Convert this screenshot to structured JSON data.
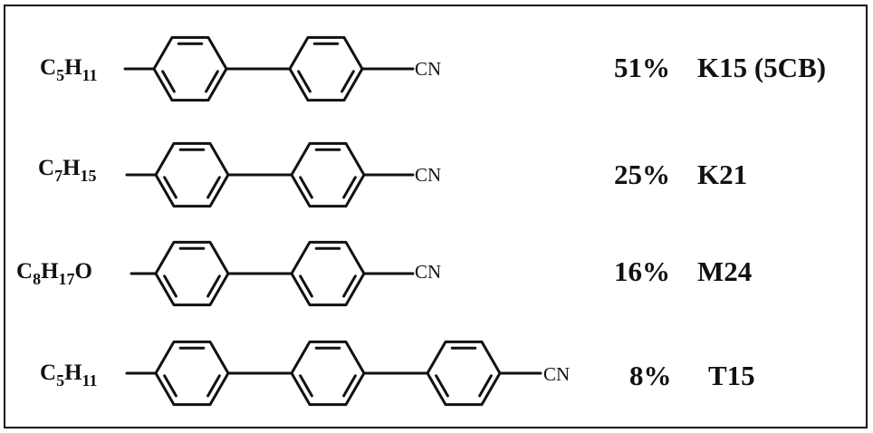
{
  "compounds": [
    {
      "alkyl": "C",
      "alkyl_sub1": "5",
      "alkyl_mid": "H",
      "alkyl_sub2": "11",
      "alkyl_tail": "",
      "rings": 2,
      "end_group": "CN",
      "percent": "51%",
      "name": "K15 (5CB)"
    },
    {
      "alkyl": "C",
      "alkyl_sub1": "7",
      "alkyl_mid": "H",
      "alkyl_sub2": "15",
      "alkyl_tail": "",
      "rings": 2,
      "end_group": "CN",
      "percent": "25%",
      "name": "K21"
    },
    {
      "alkyl": "C",
      "alkyl_sub1": "8",
      "alkyl_mid": "H",
      "alkyl_sub2": "17",
      "alkyl_tail": "O",
      "rings": 2,
      "end_group": "CN",
      "percent": "16%",
      "name": "M24"
    },
    {
      "alkyl": "C",
      "alkyl_sub1": "5",
      "alkyl_mid": "H",
      "alkyl_sub2": "11",
      "alkyl_tail": "",
      "rings": 3,
      "end_group": "CN",
      "percent": "8%",
      "name": "T15"
    }
  ],
  "colors": {
    "line": "#111111",
    "background": "#ffffff"
  }
}
